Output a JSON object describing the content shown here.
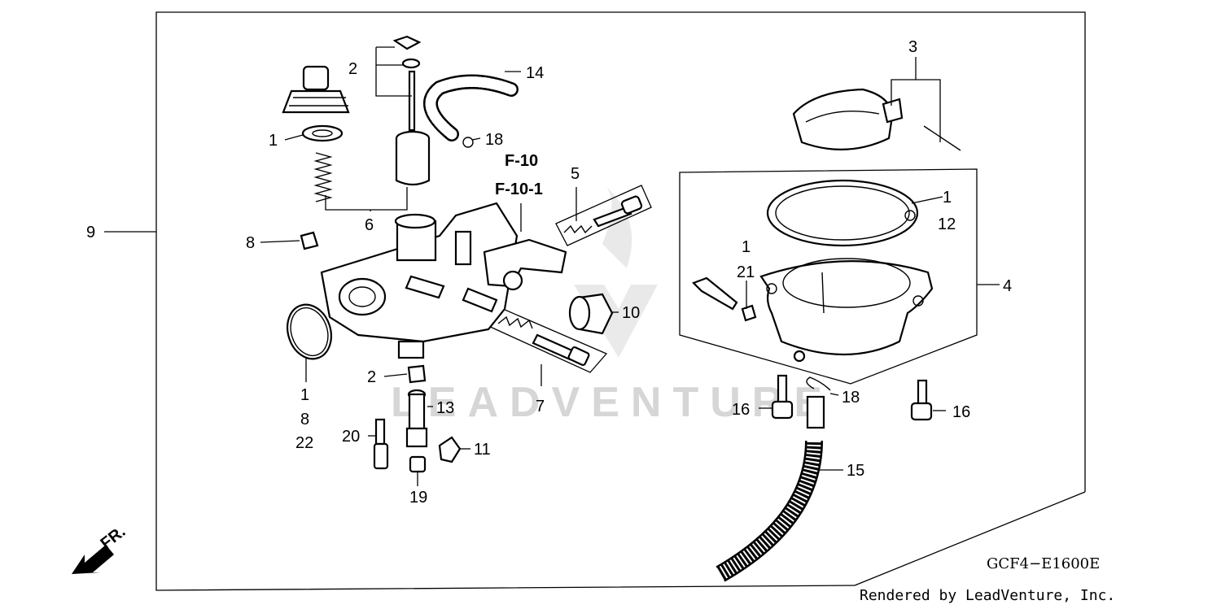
{
  "diagram": {
    "frame_code": "GCF4−E1600E",
    "credit": "Rendered by LeadVenture, Inc.",
    "watermark": "LEADVENTURE",
    "front_marker": "FR.",
    "refs": {
      "primary": "F-10",
      "secondary": "F-10-1"
    },
    "labels": {
      "l1_top": "1",
      "l2_top": "2",
      "l14": "14",
      "l18_top": "18",
      "l3": "3",
      "l9": "9",
      "l6": "6",
      "l8_left": "8",
      "l5": "5",
      "l1_gasket": "1",
      "l12": "12",
      "l4": "4",
      "l1_mid": "1",
      "l21": "21",
      "l10": "10",
      "l7": "7",
      "l1_low": "1",
      "l8_low": "8",
      "l22": "22",
      "l2_low": "2",
      "l13": "13",
      "l20": "20",
      "l11": "11",
      "l19": "19",
      "l16_left": "16",
      "l18_low": "18",
      "l16_right": "16",
      "l15": "15"
    }
  }
}
